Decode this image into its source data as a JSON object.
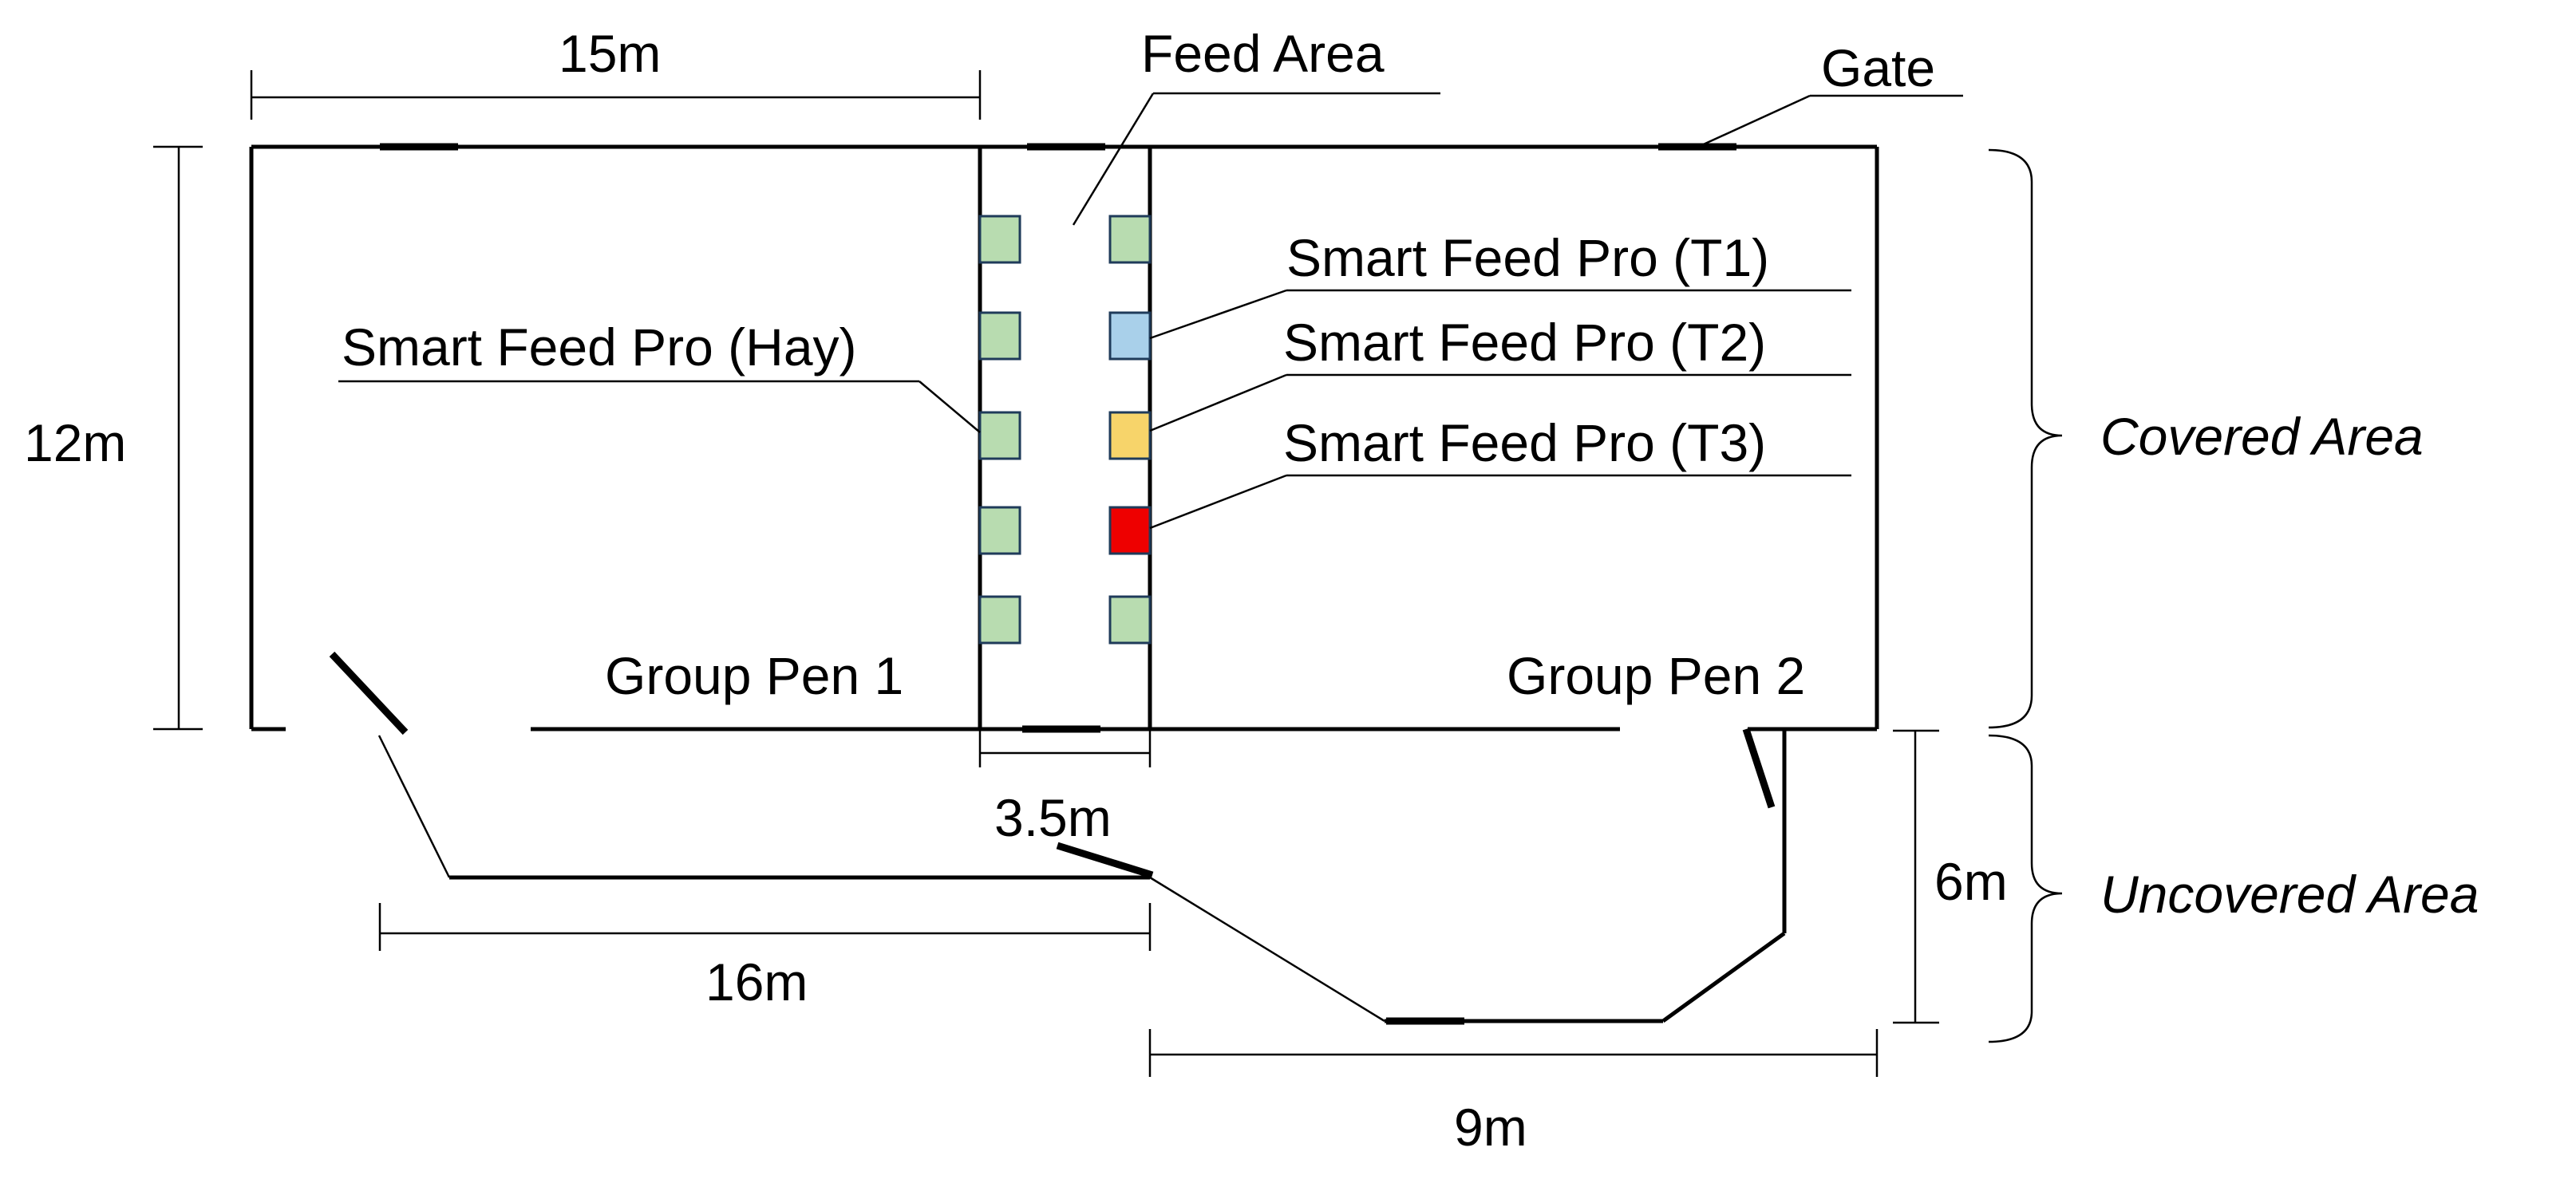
{
  "labels": {
    "feed_area": "Feed Area",
    "gate": "Gate",
    "sfp_t1": "Smart Feed Pro (T1)",
    "sfp_t2": "Smart Feed Pro (T2)",
    "sfp_t3": "Smart Feed Pro (T3)",
    "sfp_hay": "Smart Feed Pro (Hay)",
    "pen1": "Group Pen 1",
    "pen2": "Group Pen 2",
    "covered": "Covered Area",
    "uncovered": "Uncovered Area"
  },
  "dimensions": {
    "d15": "15m",
    "d12": "12m",
    "d35": "3.5m",
    "d16": "16m",
    "d6": "6m",
    "d9": "9m"
  },
  "colors": {
    "hay": "#b8dcb0",
    "t1": "#a9d0ea",
    "t2": "#f7d46a",
    "t3": "#ee0000"
  }
}
